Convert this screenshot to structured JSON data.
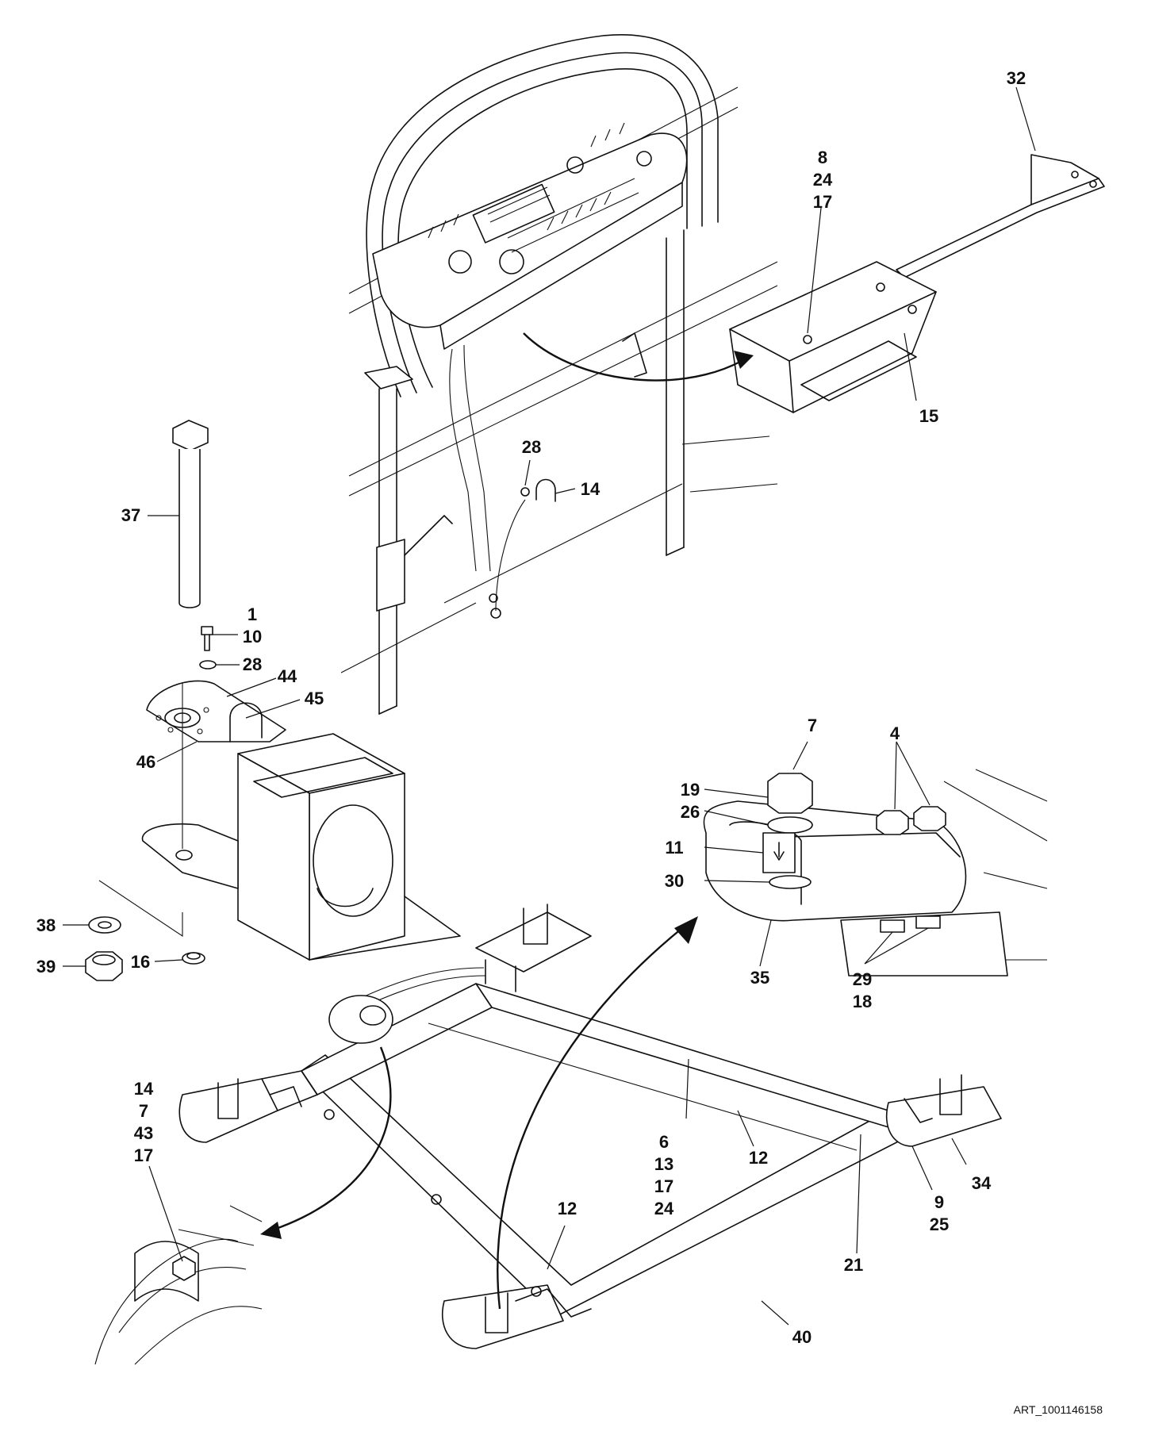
{
  "callouts": [
    {
      "id": "c-32",
      "text": "32"
    },
    {
      "id": "c-8-24-17",
      "lines": [
        "8",
        "24",
        "17"
      ]
    },
    {
      "id": "c-15",
      "text": "15"
    },
    {
      "id": "c-28-top",
      "text": "28"
    },
    {
      "id": "c-14-top",
      "text": "14"
    },
    {
      "id": "c-37",
      "text": "37"
    },
    {
      "id": "c-1",
      "text": "1"
    },
    {
      "id": "c-10",
      "text": "10"
    },
    {
      "id": "c-28-mid",
      "text": "28"
    },
    {
      "id": "c-44",
      "text": "44"
    },
    {
      "id": "c-45",
      "text": "45"
    },
    {
      "id": "c-46",
      "text": "46"
    },
    {
      "id": "c-38",
      "text": "38"
    },
    {
      "id": "c-39",
      "text": "39"
    },
    {
      "id": "c-16",
      "text": "16"
    },
    {
      "id": "c-7-top",
      "text": "7"
    },
    {
      "id": "c-4",
      "text": "4"
    },
    {
      "id": "c-19",
      "text": "19"
    },
    {
      "id": "c-26",
      "text": "26"
    },
    {
      "id": "c-11",
      "text": "11"
    },
    {
      "id": "c-30",
      "text": "30"
    },
    {
      "id": "c-35",
      "text": "35"
    },
    {
      "id": "c-29-18",
      "lines": [
        "29",
        "18"
      ]
    },
    {
      "id": "c-14-7-43-17",
      "lines": [
        "14",
        "7",
        "43",
        "17"
      ]
    },
    {
      "id": "c-6-13-17-24",
      "lines": [
        "6",
        "13",
        "17",
        "24"
      ]
    },
    {
      "id": "c-12-right",
      "text": "12"
    },
    {
      "id": "c-12-bottom",
      "text": "12"
    },
    {
      "id": "c-34",
      "text": "34"
    },
    {
      "id": "c-9-25",
      "lines": [
        "9",
        "25"
      ]
    },
    {
      "id": "c-21",
      "text": "21"
    },
    {
      "id": "c-40",
      "text": "40"
    }
  ],
  "art_reference": "ART_1001146158"
}
